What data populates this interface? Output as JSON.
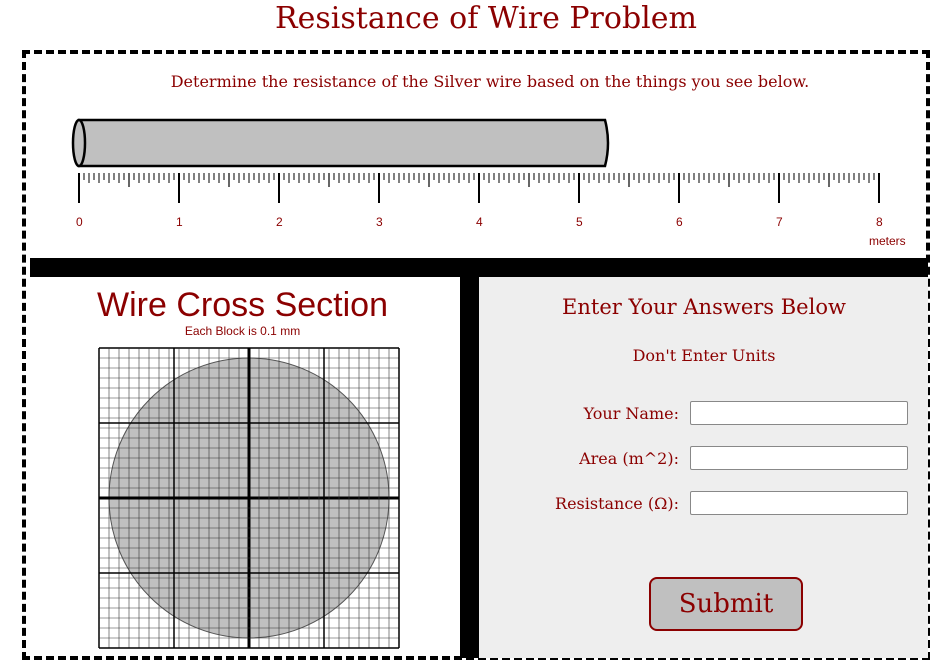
{
  "page": {
    "title": "Resistance of Wire Problem",
    "instruction": "Determine the resistance of the Silver wire based on the things you see below."
  },
  "ruler": {
    "labels": [
      "0",
      "1",
      "2",
      "3",
      "4",
      "5",
      "6",
      "7",
      "8"
    ],
    "unit": "meters",
    "wire_length_m": 5.26
  },
  "cross_section": {
    "title": "Wire Cross Section",
    "subtitle": "Each Block is 0.1 mm",
    "grid_blocks": 30,
    "circle_diameter_blocks": 28
  },
  "answers": {
    "title": "Enter Your Answers Below",
    "subtitle": "Don't Enter Units",
    "name_label": "Your Name:",
    "name_value": "",
    "area_label": "Area (m^2):",
    "area_value": "",
    "resistance_label": "Resistance (Ω):",
    "resistance_value": "",
    "submit_label": "Submit"
  },
  "colors": {
    "accent": "#8b0000",
    "wire_fill": "#c0c0c0",
    "panel_bg": "#eeeeee"
  }
}
